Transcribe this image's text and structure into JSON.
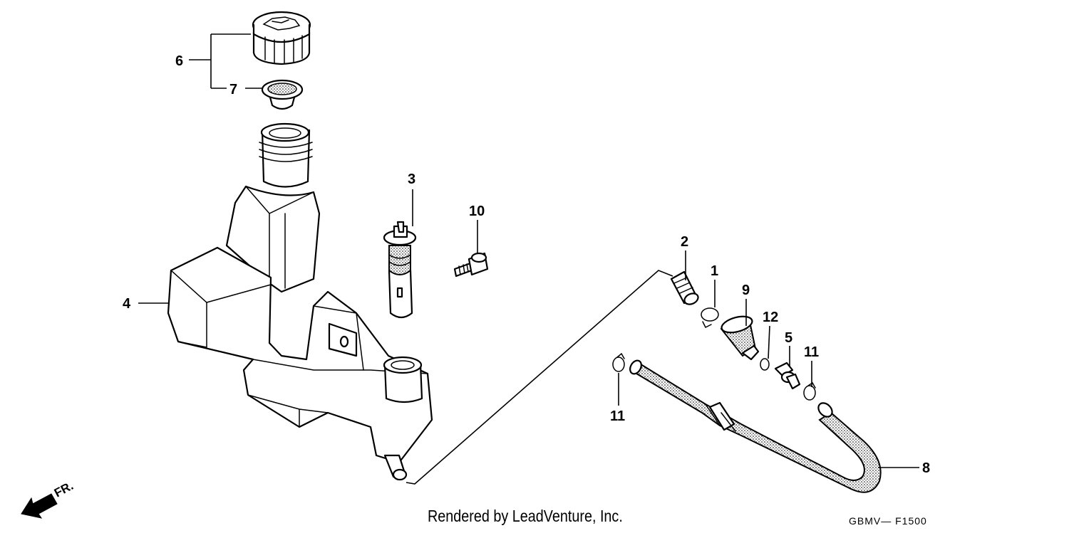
{
  "callouts": {
    "c1": "1",
    "c2": "2",
    "c3": "3",
    "c4": "4",
    "c5": "5",
    "c6": "6",
    "c7": "7",
    "c8": "8",
    "c9": "9",
    "c10": "10",
    "c11a": "11",
    "c11b": "11",
    "c12": "12"
  },
  "direction_label": "FR.",
  "footer": {
    "credit": "Rendered by LeadVenture, Inc.",
    "diagram_code": "GBMV— F1500"
  }
}
